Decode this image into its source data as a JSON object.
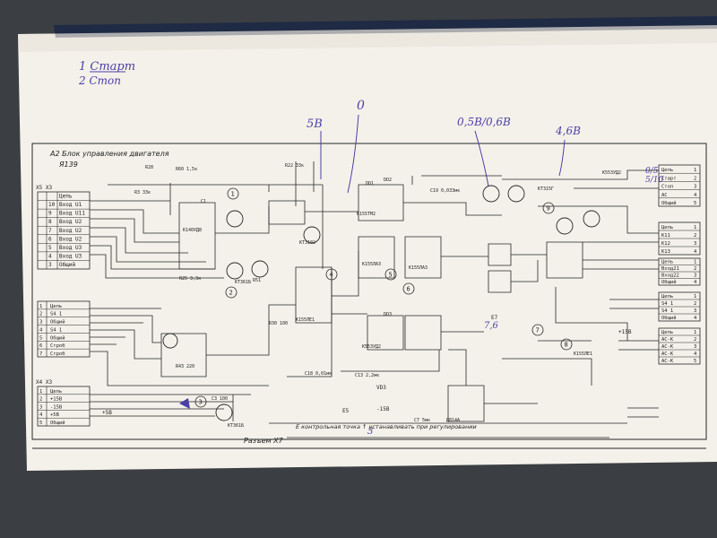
{
  "notes": {
    "line1": "1 Старт",
    "line2": "2 Стоп"
  },
  "block": {
    "title": "A2 Блок управления двигателя",
    "subtitle": "Я139"
  },
  "voltages": {
    "v5": "5В",
    "v0": "0",
    "v05_106": "0,5В/0,6В",
    "v46": "4,6В",
    "v05": "0/5",
    "v510": "5/10",
    "v76": "7,6",
    "v3": "3"
  },
  "left_x5": {
    "header": "X5 X3",
    "pins": [
      "10",
      "9",
      "8",
      "7",
      "6",
      "5",
      "4",
      "3"
    ],
    "labels": [
      "Цепь",
      "Вход U1",
      "Вход U11",
      "Вход U2",
      "Вход U2",
      "Вход U2",
      "Вход U3",
      "Вход U3",
      "Общий"
    ]
  },
  "left_x3": {
    "labels": [
      "Цепь",
      "S4 1",
      "Общий",
      "S4 1",
      "Общий",
      "Строб",
      "Строб"
    ],
    "pins": [
      "1",
      "2",
      "3",
      "4",
      "5",
      "6",
      "7"
    ]
  },
  "left_x4": {
    "header": "X4 X3",
    "labels": [
      "Цепь",
      "+15В",
      "-15В",
      "+5В",
      "Общий"
    ],
    "pins": [
      "1",
      "2",
      "3",
      "4",
      "5"
    ]
  },
  "right_top": {
    "labels": [
      "Цепь",
      "Старт",
      "Стоп",
      "AC",
      "Общий"
    ],
    "pins": [
      "1",
      "2",
      "3",
      "4",
      "5"
    ]
  },
  "right_mid1": {
    "labels": [
      "Цепь",
      "K11",
      "K12",
      "K13"
    ],
    "pins": [
      "1",
      "2",
      "3",
      "4"
    ]
  },
  "right_mid2": {
    "labels": [
      "Цепь",
      "Вход21",
      "Вход22",
      "Общий"
    ],
    "pins": [
      "1",
      "2",
      "3",
      "4"
    ]
  },
  "right_mid3": {
    "labels": [
      "Цепь",
      "S4 1",
      "S4 1",
      "Общий"
    ],
    "pins": [
      "1",
      "2",
      "3",
      "4"
    ]
  },
  "right_bot": {
    "labels": [
      "Цепь",
      "AC-K",
      "AC-K",
      "AC-K",
      "AC-K"
    ],
    "pins": [
      "1",
      "2",
      "3",
      "4",
      "5"
    ]
  },
  "components": [
    {
      "id": "r1",
      "t": "R3 33к"
    },
    {
      "id": "r2",
      "t": "R28"
    },
    {
      "id": "r3",
      "t": "R60 1,5к"
    },
    {
      "id": "r4",
      "t": "R22 33к"
    },
    {
      "id": "d1",
      "t": "DD1"
    },
    {
      "id": "c1",
      "t": "C19 0,033мк"
    },
    {
      "id": "c2",
      "t": "C1"
    },
    {
      "id": "u1",
      "t": "К140УД8"
    },
    {
      "id": "u2",
      "t": "К155ТМ2"
    },
    {
      "id": "t1",
      "t": "КТ3102"
    },
    {
      "id": "t2",
      "t": "КТ361Б"
    },
    {
      "id": "d2",
      "t": "DD2"
    },
    {
      "id": "d3",
      "t": "DD3"
    },
    {
      "id": "u3",
      "t": "К155ЛА3"
    },
    {
      "id": "u4",
      "t": "К155ЛА3"
    },
    {
      "id": "u5",
      "t": "К155ЛЕ1"
    },
    {
      "id": "u6",
      "t": "К553УД2"
    },
    {
      "id": "r5",
      "t": "R25 3,3к"
    },
    {
      "id": "r6",
      "t": "R51"
    },
    {
      "id": "c3",
      "t": "C3 100"
    },
    {
      "id": "u7",
      "t": "КТ361Б"
    },
    {
      "id": "r7",
      "t": "R30 100"
    },
    {
      "id": "u8",
      "t": "КТ315Г"
    },
    {
      "id": "c4",
      "t": "C7 5мк"
    },
    {
      "id": "c5",
      "t": "C18 0,01мк"
    },
    {
      "id": "u9",
      "t": "Д814А"
    },
    {
      "id": "r8",
      "t": "R43 220"
    },
    {
      "id": "u10",
      "t": "К155ЛЕ1"
    },
    {
      "id": "u11",
      "t": "К553УД2"
    },
    {
      "id": "c6",
      "t": "C13 2,2мк"
    }
  ],
  "markers": [
    "1",
    "2",
    "3",
    "4",
    "5",
    "6",
    "7",
    "8",
    "9"
  ],
  "footer": {
    "left": "Разъем X7",
    "right": "E контрольная точка ↑ устанавливать при регулировании"
  },
  "labels_misc": {
    "p5v": "+5В",
    "p15v": "+15В",
    "m15v": "-15В",
    "e7": "E7",
    "e5": "E5",
    "vd3": "VD3"
  }
}
